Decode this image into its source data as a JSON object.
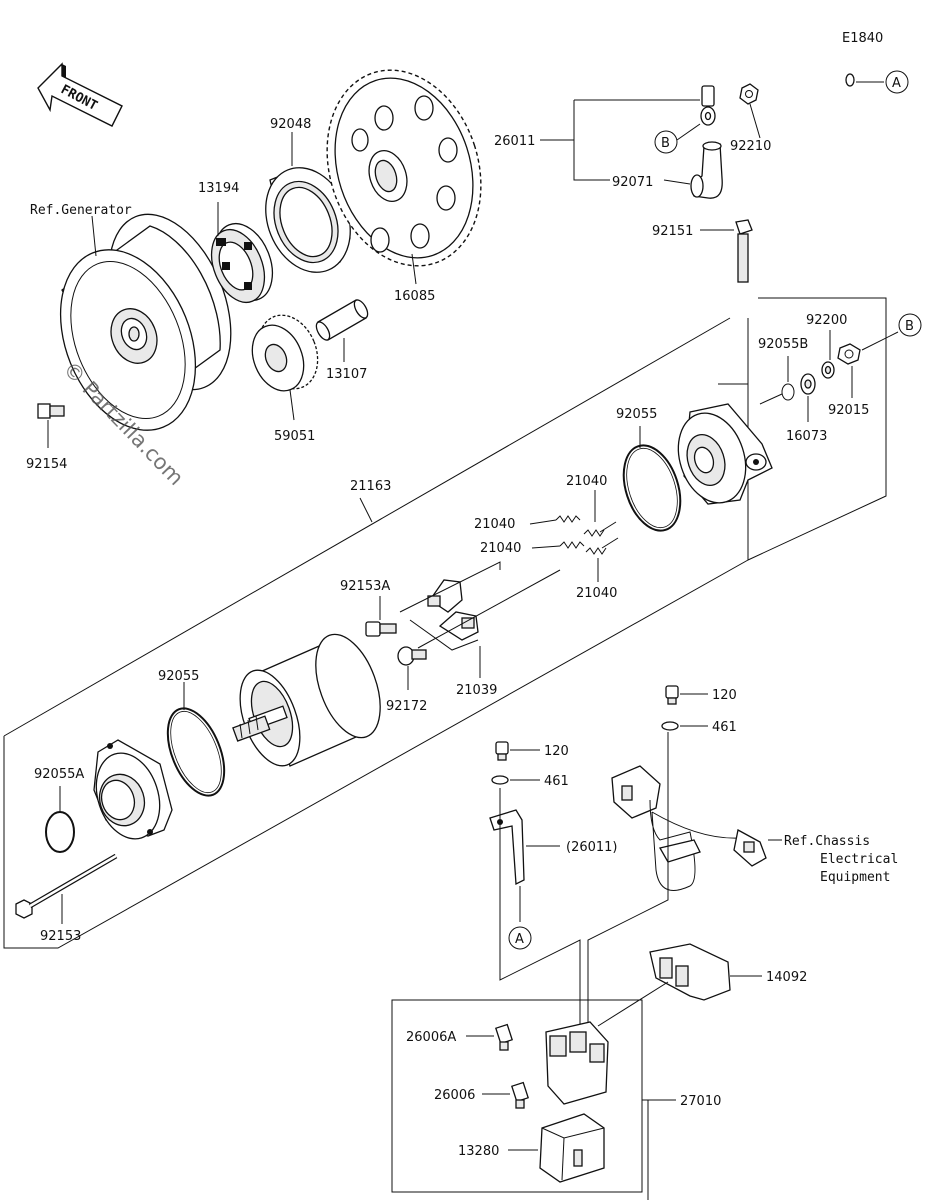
{
  "diagram_code": "E1840",
  "front_label": "FRONT",
  "watermark": "© Partzilla.com",
  "ref_generator": "Ref.Generator",
  "ref_chassis": [
    "Ref.Chassis",
    "Electrical",
    "Equipment"
  ],
  "callouts": {
    "A": "A",
    "B": "B"
  },
  "parts": {
    "p26011": "26011",
    "p92210": "92210",
    "p92071": "92071",
    "p92048": "92048",
    "p13194": "13194",
    "p16085": "16085",
    "p13107": "13107",
    "p59051": "59051",
    "p92154": "92154",
    "p92151": "92151",
    "p92200": "92200",
    "p92055B": "92055B",
    "p92015": "92015",
    "p16073": "16073",
    "p92055_top": "92055",
    "p21163": "21163",
    "p21040_a": "21040",
    "p21040_b": "21040",
    "p21040_c": "21040",
    "p21040_d": "21040",
    "p92153A": "92153A",
    "p92172": "92172",
    "p21039": "21039",
    "p92055_mid": "92055",
    "p92055A": "92055A",
    "p92153": "92153",
    "p120_a": "120",
    "p461_a": "461",
    "p120_b": "120",
    "p461_b": "461",
    "p26011_paren": "(26011)",
    "p14092": "14092",
    "p26006A": "26006A",
    "p26006": "26006",
    "p27010": "27010",
    "p13280": "13280"
  }
}
